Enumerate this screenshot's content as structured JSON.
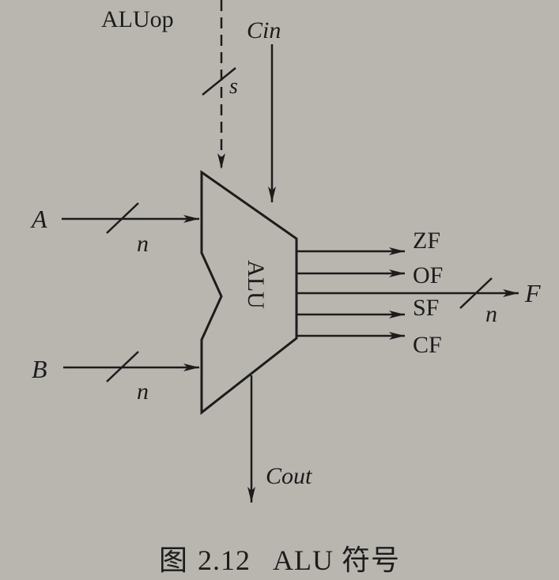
{
  "diagram": {
    "component_label": "ALU",
    "op_input": {
      "label": "ALUop",
      "width_label": "s"
    },
    "carry_in": {
      "label": "Cin"
    },
    "input_a": {
      "label": "A",
      "width_label": "n"
    },
    "input_b": {
      "label": "B",
      "width_label": "n"
    },
    "carry_out": {
      "label": "Cout"
    },
    "result": {
      "label": "F",
      "width_label": "n"
    },
    "flags": [
      "ZF",
      "OF",
      "SF",
      "CF"
    ]
  },
  "caption": {
    "prefix": "图",
    "number": "2.12",
    "title": "ALU 符号"
  },
  "colors": {
    "ink": "#1c1c1c",
    "paper": "#b9b6b0"
  }
}
